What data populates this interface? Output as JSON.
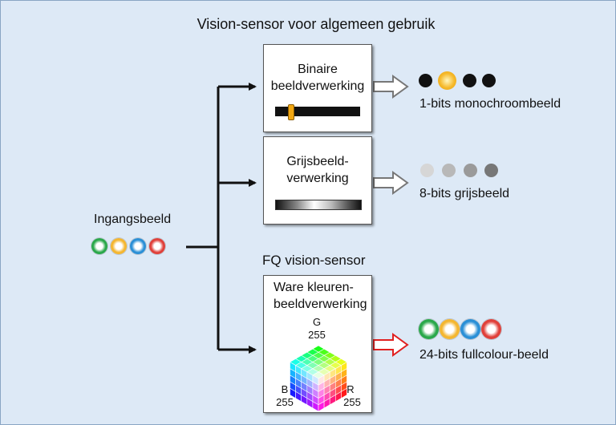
{
  "title": "Vision-sensor voor algemeen gebruik",
  "input": {
    "label": "Ingangsbeeld"
  },
  "binary": {
    "label": "Binaire\nbeeldverwerking",
    "output": "1-bits monochroombeeld"
  },
  "gray": {
    "label": "Grijsbeeld-\nverwerking",
    "output": "8-bits grijsbeeld"
  },
  "fq": {
    "heading": "FQ vision-sensor",
    "label": "Ware kleuren-\nbeeldverwerking",
    "output": "24-bits fullcolour-beeld",
    "axis_g": "G",
    "axis_g_value": "255",
    "axis_b": "B",
    "axis_b_value": "255",
    "axis_r": "R",
    "axis_r_value": "255"
  },
  "colors": {
    "panel_bg": "#dde9f6",
    "green": "#2aa84a",
    "yellow": "#f4b630",
    "blue": "#2a8fd6",
    "red": "#e0403a",
    "arrow_red": "#e02020"
  }
}
